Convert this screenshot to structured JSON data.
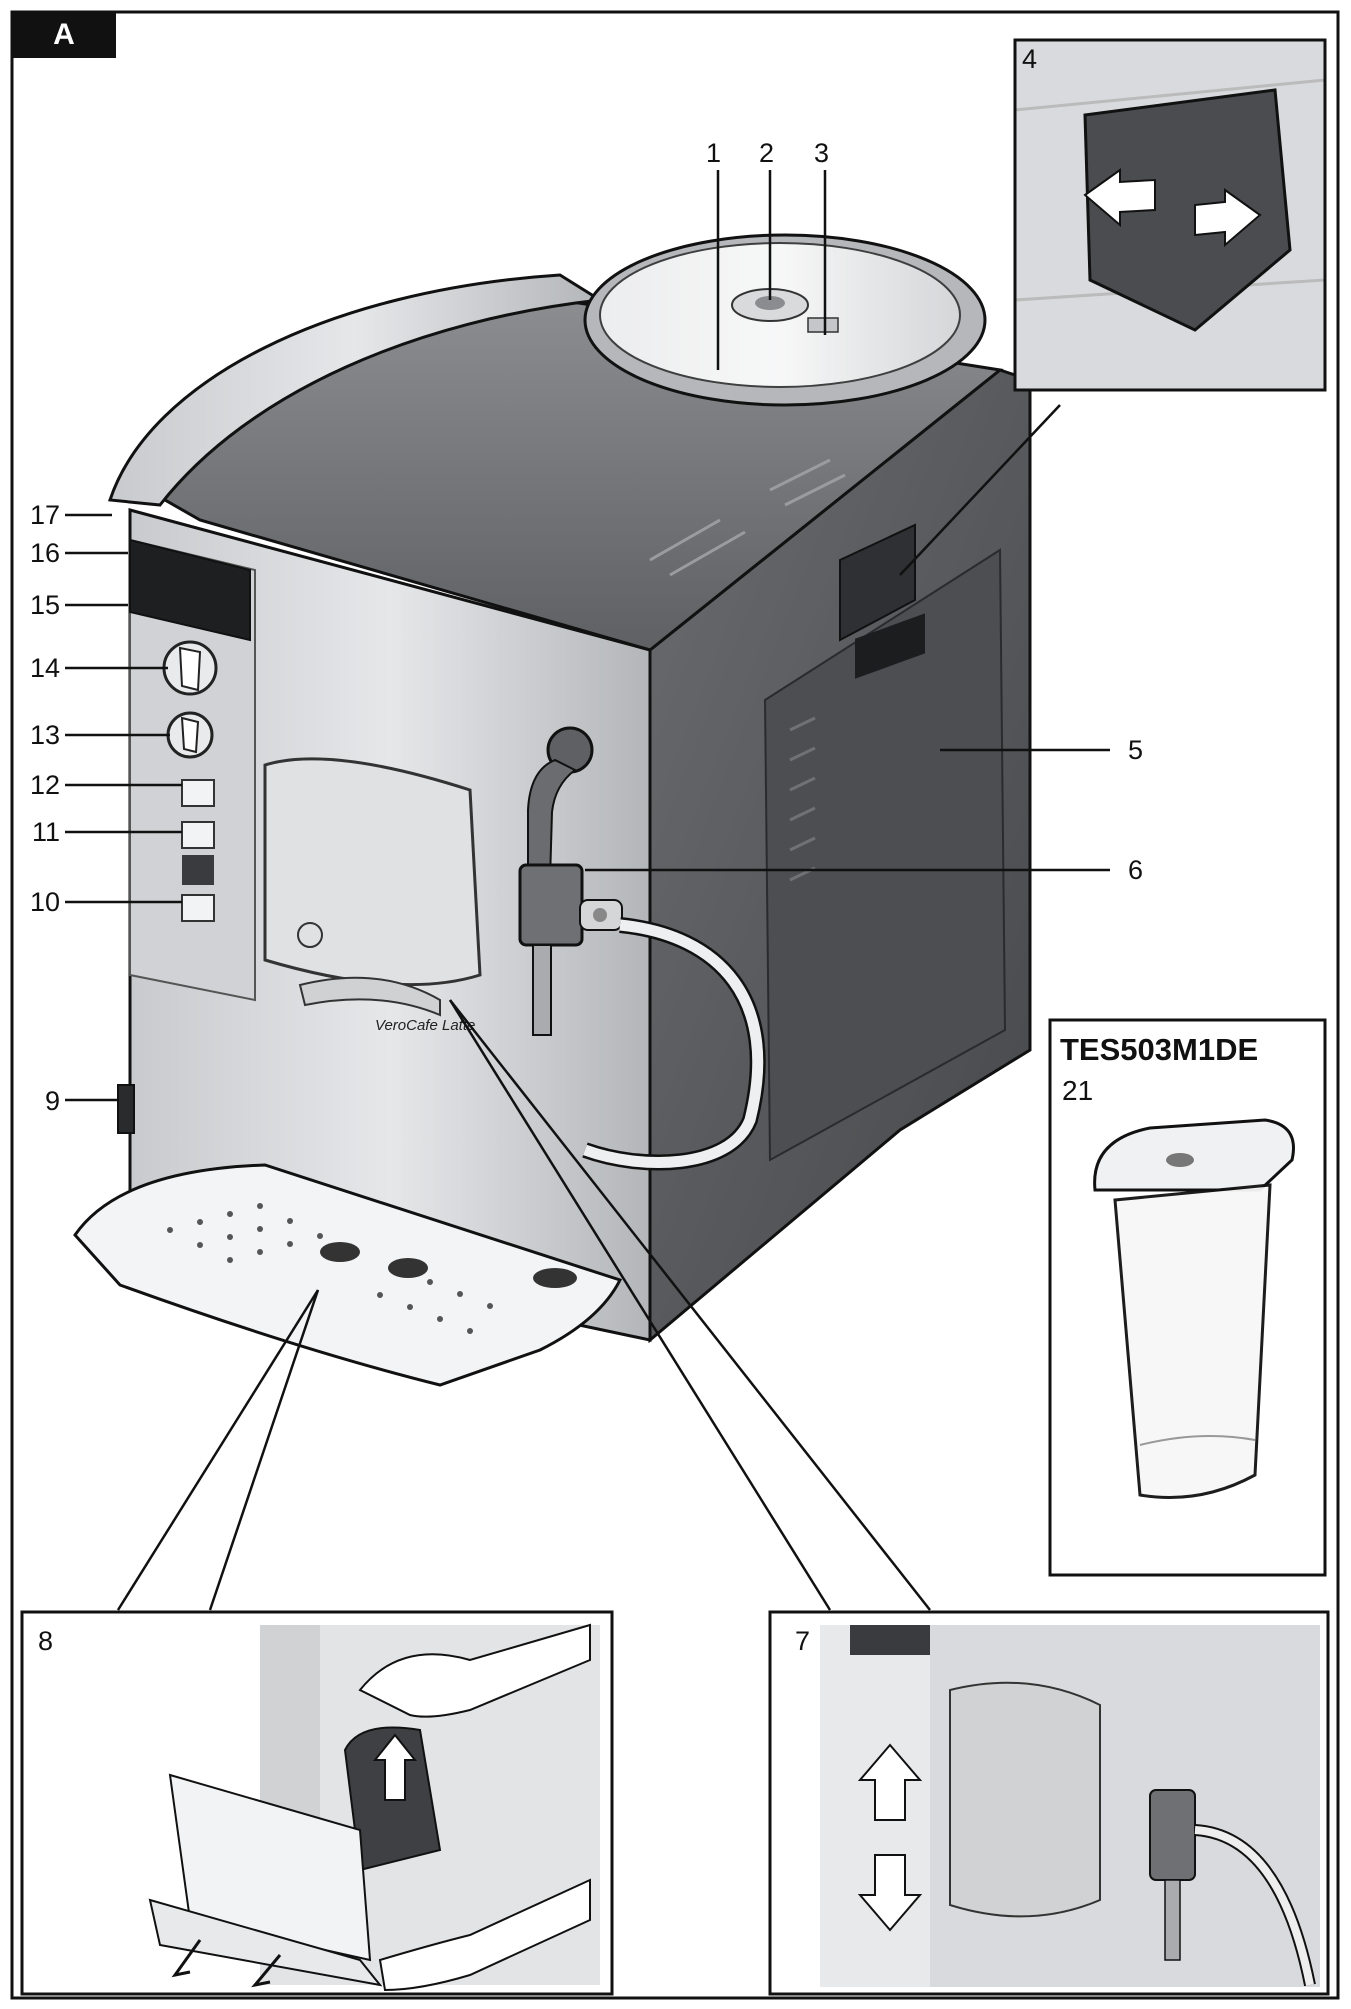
{
  "section_label": "A",
  "callouts": {
    "c1": "1",
    "c2": "2",
    "c3": "3",
    "c4": "4",
    "c5": "5",
    "c6": "6",
    "c7": "7",
    "c8": "8",
    "c9": "9",
    "c10": "10",
    "c11": "11",
    "c12": "12",
    "c13": "13",
    "c14": "14",
    "c15": "15",
    "c16": "16",
    "c17": "17"
  },
  "model_box": {
    "model": "TES503M1DE",
    "part": "21"
  },
  "machine_text": {
    "product_name": "VeroCafe Latte"
  },
  "colors": {
    "body_silver": "#b9bcc0",
    "front_panel": "#e8e9eb",
    "dark_panel": "#3e4043",
    "side_panel": "#595b5e",
    "outline": "#111111"
  }
}
